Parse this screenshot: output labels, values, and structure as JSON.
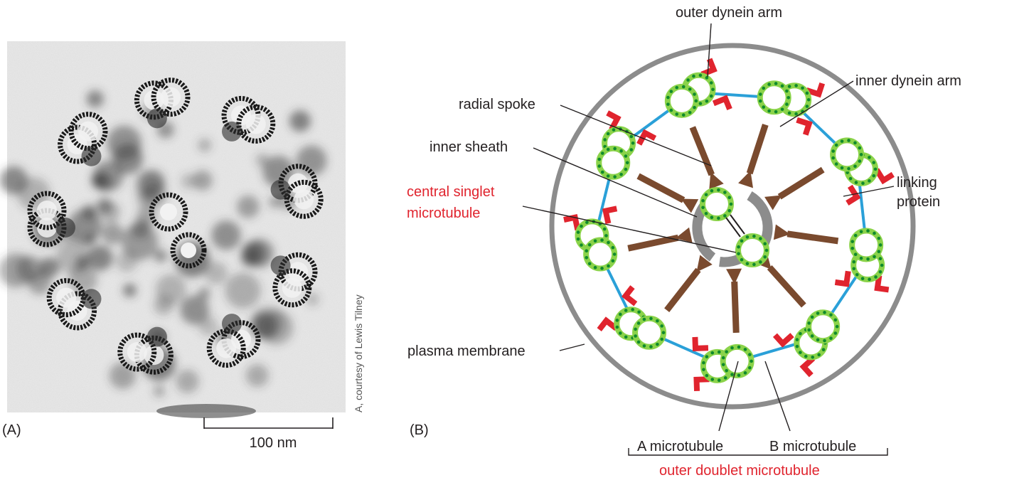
{
  "panel_a": {
    "label": "(A)",
    "scale_bar_label": "100 nm",
    "credit": "A, courtesy of Lewis Tilney"
  },
  "panel_b": {
    "label": "(B)",
    "labels": {
      "outer_dynein_arm": "outer dynein arm",
      "inner_dynein_arm": "inner dynein arm",
      "radial_spoke": "radial spoke",
      "inner_sheath": "inner sheath",
      "central_singlet_line1": "central singlet",
      "central_singlet_line2": "microtubule",
      "linking_protein_line1": "linking",
      "linking_protein_line2": "protein",
      "plasma_membrane": "plasma membrane",
      "a_microtubule": "A microtubule",
      "b_microtubule": "B microtubule",
      "outer_doublet": "outer doublet microtubule"
    }
  },
  "colors": {
    "membrane": "#8c8c8c",
    "microtubule_ring": "#8bd34a",
    "microtubule_dots": "#0f8a2c",
    "dynein": "#e0242e",
    "spoke": "#7a4a2e",
    "linking_protein": "#2aa0d8",
    "label_red": "#e0242e"
  },
  "icons": [
    "micrograph-image"
  ]
}
